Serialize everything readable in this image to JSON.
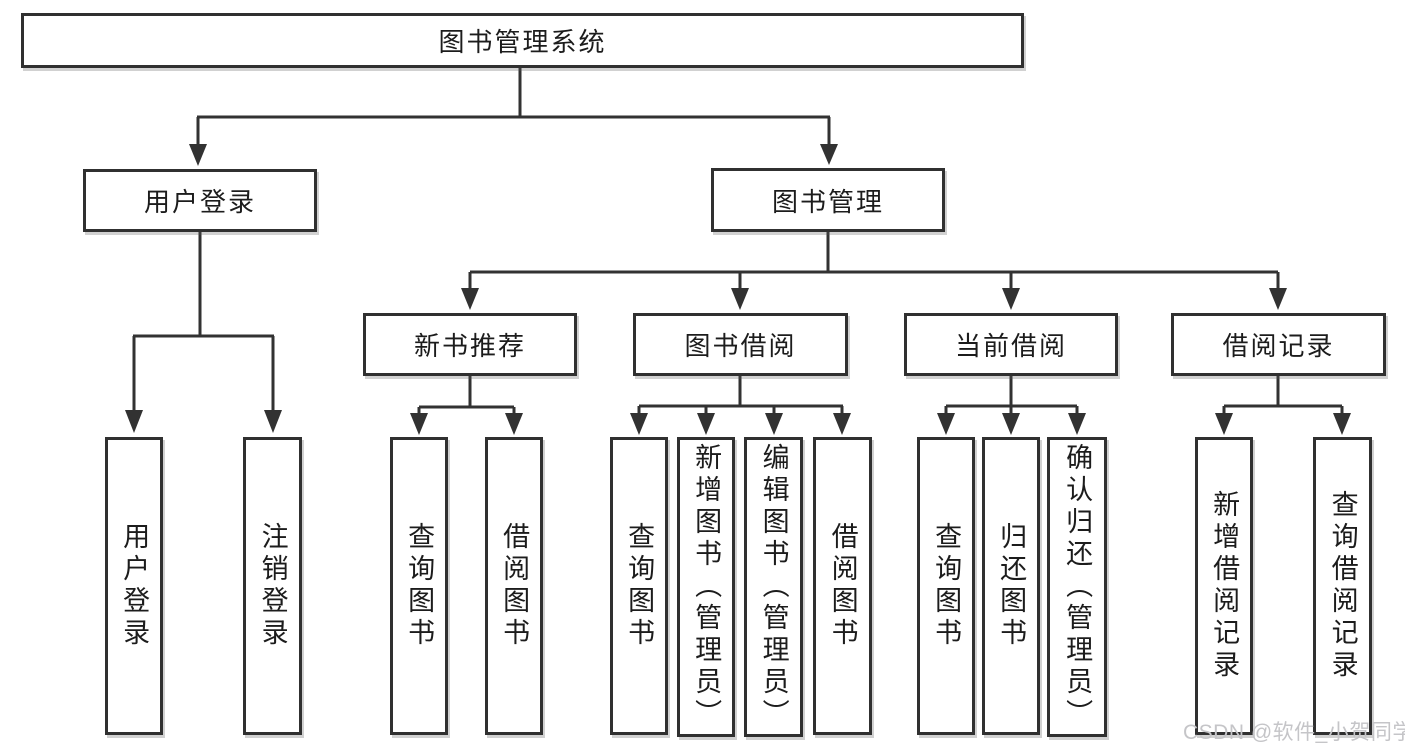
{
  "diagram": {
    "root": {
      "label": "图书管理系统"
    },
    "branches": [
      {
        "label": "用户登录",
        "children": [
          {
            "label": "用户登录"
          },
          {
            "label": "注销登录"
          }
        ]
      },
      {
        "label": "图书管理",
        "children": [
          {
            "label": "新书推荐",
            "children": [
              {
                "label": "查询图书"
              },
              {
                "label": "借阅图书"
              }
            ]
          },
          {
            "label": "图书借阅",
            "children": [
              {
                "label": "查询图书"
              },
              {
                "label": "新增图书（管理员）"
              },
              {
                "label": "编辑图书（管理员）"
              },
              {
                "label": "借阅图书"
              }
            ]
          },
          {
            "label": "当前借阅",
            "children": [
              {
                "label": "查询图书"
              },
              {
                "label": "归还图书"
              },
              {
                "label": "确认归还（管理员）"
              }
            ]
          },
          {
            "label": "借阅记录",
            "children": [
              {
                "label": "新增借阅记录"
              },
              {
                "label": "查询借阅记录"
              }
            ]
          }
        ]
      }
    ]
  },
  "watermark": {
    "text": "CSDN @软件_小贺同学"
  },
  "colors": {
    "line": "#323232",
    "box_border": "#303030",
    "text": "#1c1c1c",
    "watermark": "#c5c5c8",
    "background": "#ffffff"
  }
}
